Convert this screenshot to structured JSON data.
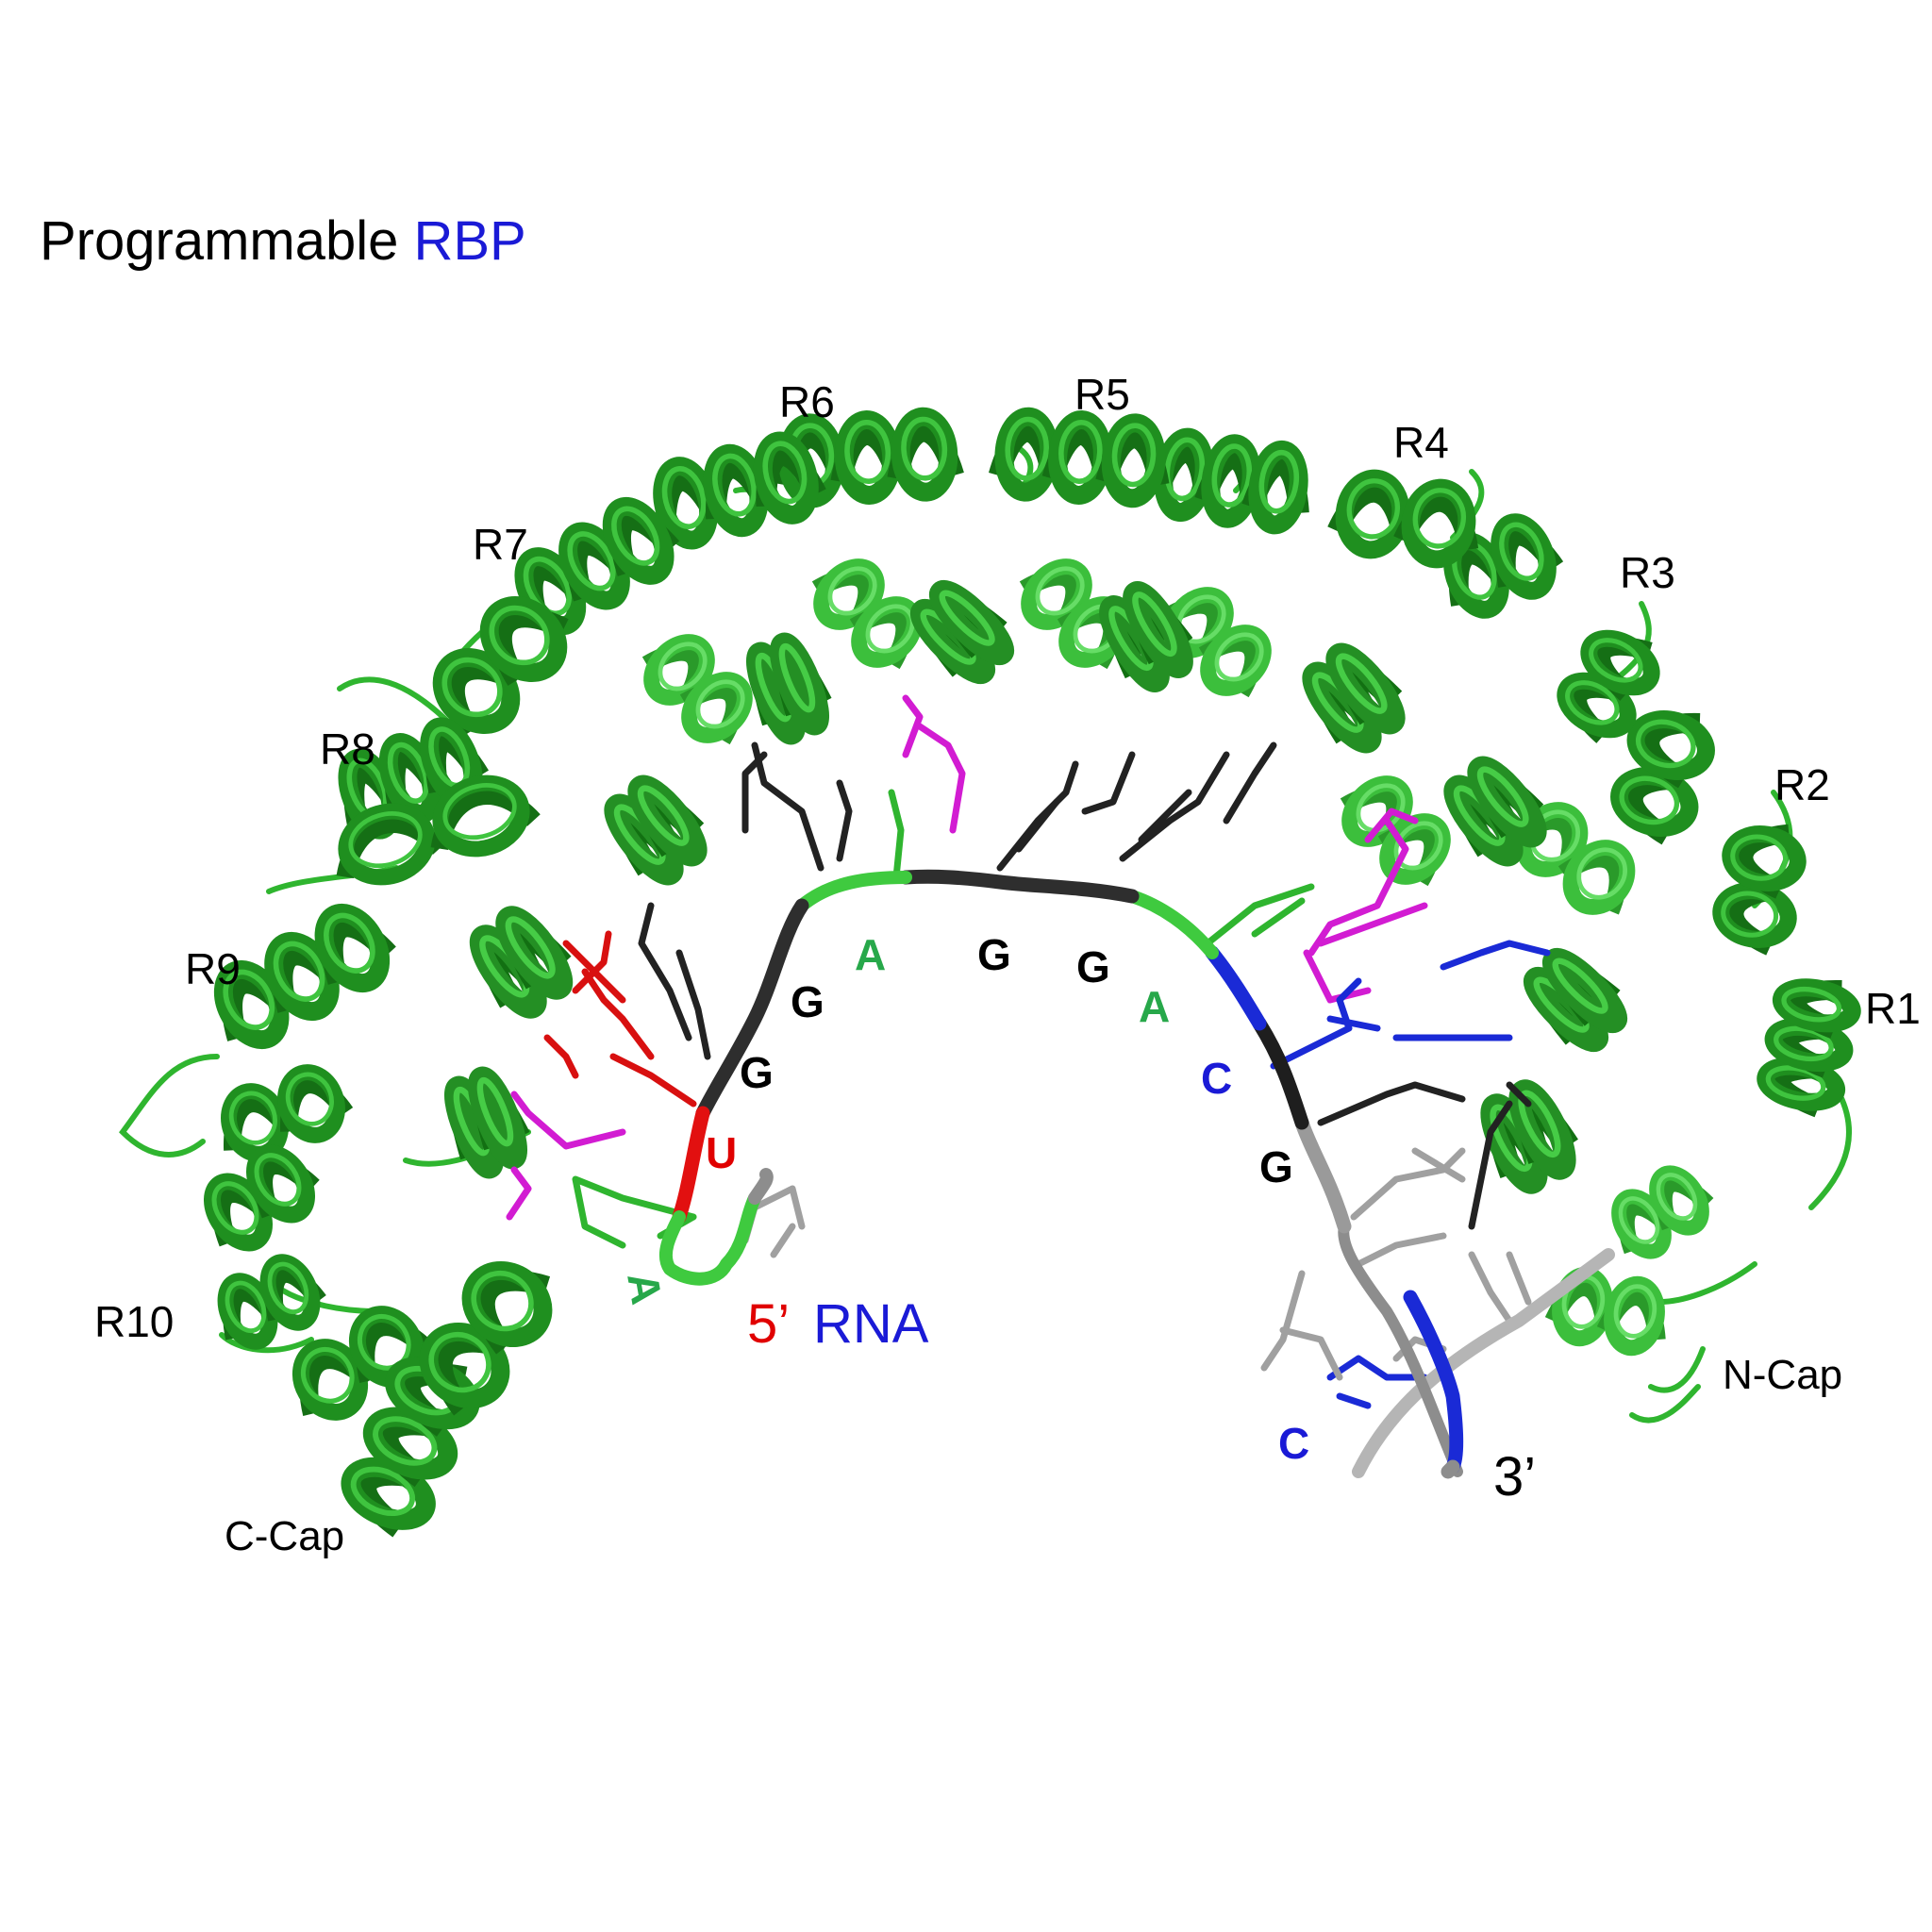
{
  "title": {
    "part1": "Programmable ",
    "part2": "RBP"
  },
  "repeat_labels": [
    "R1",
    "R2",
    "R3",
    "R4",
    "R5",
    "R6",
    "R7",
    "R8",
    "R9",
    "R10"
  ],
  "cap_labels": {
    "n_cap": "N-Cap",
    "c_cap": "C-Cap"
  },
  "rna_labels": {
    "five_prime": "5’",
    "rna": "RNA",
    "three_prime": "3’"
  },
  "bases": [
    "A",
    "U",
    "G",
    "G",
    "A",
    "G",
    "G",
    "A",
    "C",
    "G",
    "C"
  ],
  "colors": {
    "protein": "#2fb52f",
    "protein_dark": "#1e8a1e",
    "base_A": "#27a84a",
    "base_U": "#e00000",
    "base_G": "#000000",
    "base_C": "#1a1ad6",
    "backbone_grey": "#9a9a9a",
    "sidechain_magenta": "#d21cd2",
    "sidechain_black": "#222222",
    "sidechain_blue": "#1a2ad6",
    "sidechain_red": "#d81010"
  }
}
